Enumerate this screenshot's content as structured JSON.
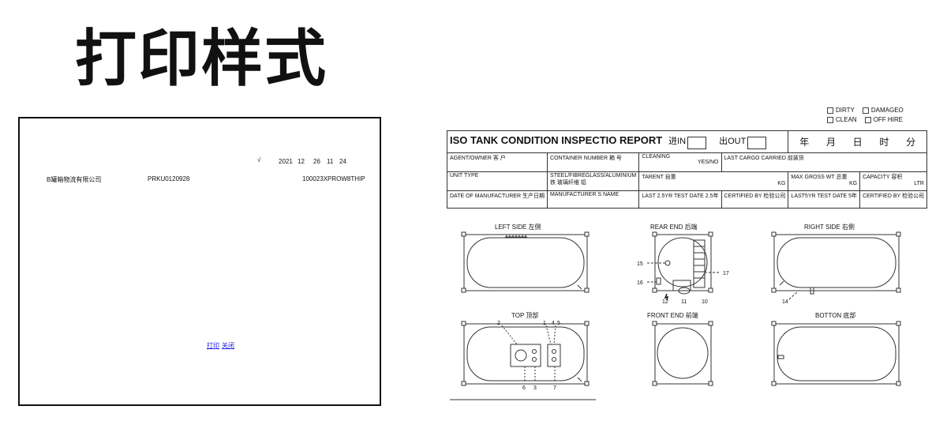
{
  "title": "打印样式",
  "preview": {
    "sqrt_mark": "√",
    "date": {
      "year": "2021",
      "month": "12",
      "day": "26",
      "hour": "11",
      "minute": "24"
    },
    "company": "B罐箱物流有限公司",
    "container_no": "PRKU0120928",
    "code": "100023XPROW8THIP",
    "print_link": "打印",
    "close_link": "关闭"
  },
  "checkboxes": {
    "dirty": "DIRTY",
    "damaged": "DAMAGEO",
    "clean": "CLEAN",
    "off_hire": "OFF HIRE"
  },
  "report": {
    "title": "ISO TANK CONDITION INSPECTIO REPORT",
    "in_label": "进IN",
    "out_label": "出OUT",
    "date_units": [
      "年",
      "月",
      "日",
      "时",
      "分"
    ],
    "agent_owner": "AGENT/OWNER 客 户",
    "container_number": "CONTAINER NUMBER 箱 号",
    "cleaning": "CLEANING",
    "yes_no": "YES/NO",
    "last_cargo": "LAST CARGO CARRIED 前装货",
    "unit_type": "UNIT TYPE",
    "material": "STEEL/FIBREGLASS/ALUMINIUM",
    "material_cn": "铁   玻璃纤维   铝",
    "tarent": "TARENT 自重",
    "kg": "KG",
    "max_gross": "MAX GROSS WT",
    "total_weight": "总重",
    "capacity": "CAPACITY 容积",
    "ltr": "LTR",
    "date_mfr": "DATE OF MANUFACTURER 生产日期",
    "mfr_name": "MANUFACTURER S NAME",
    "last_test_25": "LAST 2.5YR TEST DATE 2.5年",
    "certified_by": "CERTIFIED BY 检验公司",
    "last_test_5": "LAST5YR TEST DATE 5年",
    "certified_by_2": "CERTIFIED BY 检验公司"
  },
  "views": {
    "left": "LEFT SIDE  左侧",
    "rear": "REAR END  后端",
    "right": "RIGHT SIDE  右侧",
    "top": "TOP  顶部",
    "front": "FRONT END  前端",
    "bottom": "BOTTON  底部"
  },
  "callouts": [
    "15",
    "16",
    "17",
    "12",
    "11",
    "10",
    "14",
    "2",
    "1",
    "4",
    "5",
    "6",
    "3",
    "7"
  ]
}
